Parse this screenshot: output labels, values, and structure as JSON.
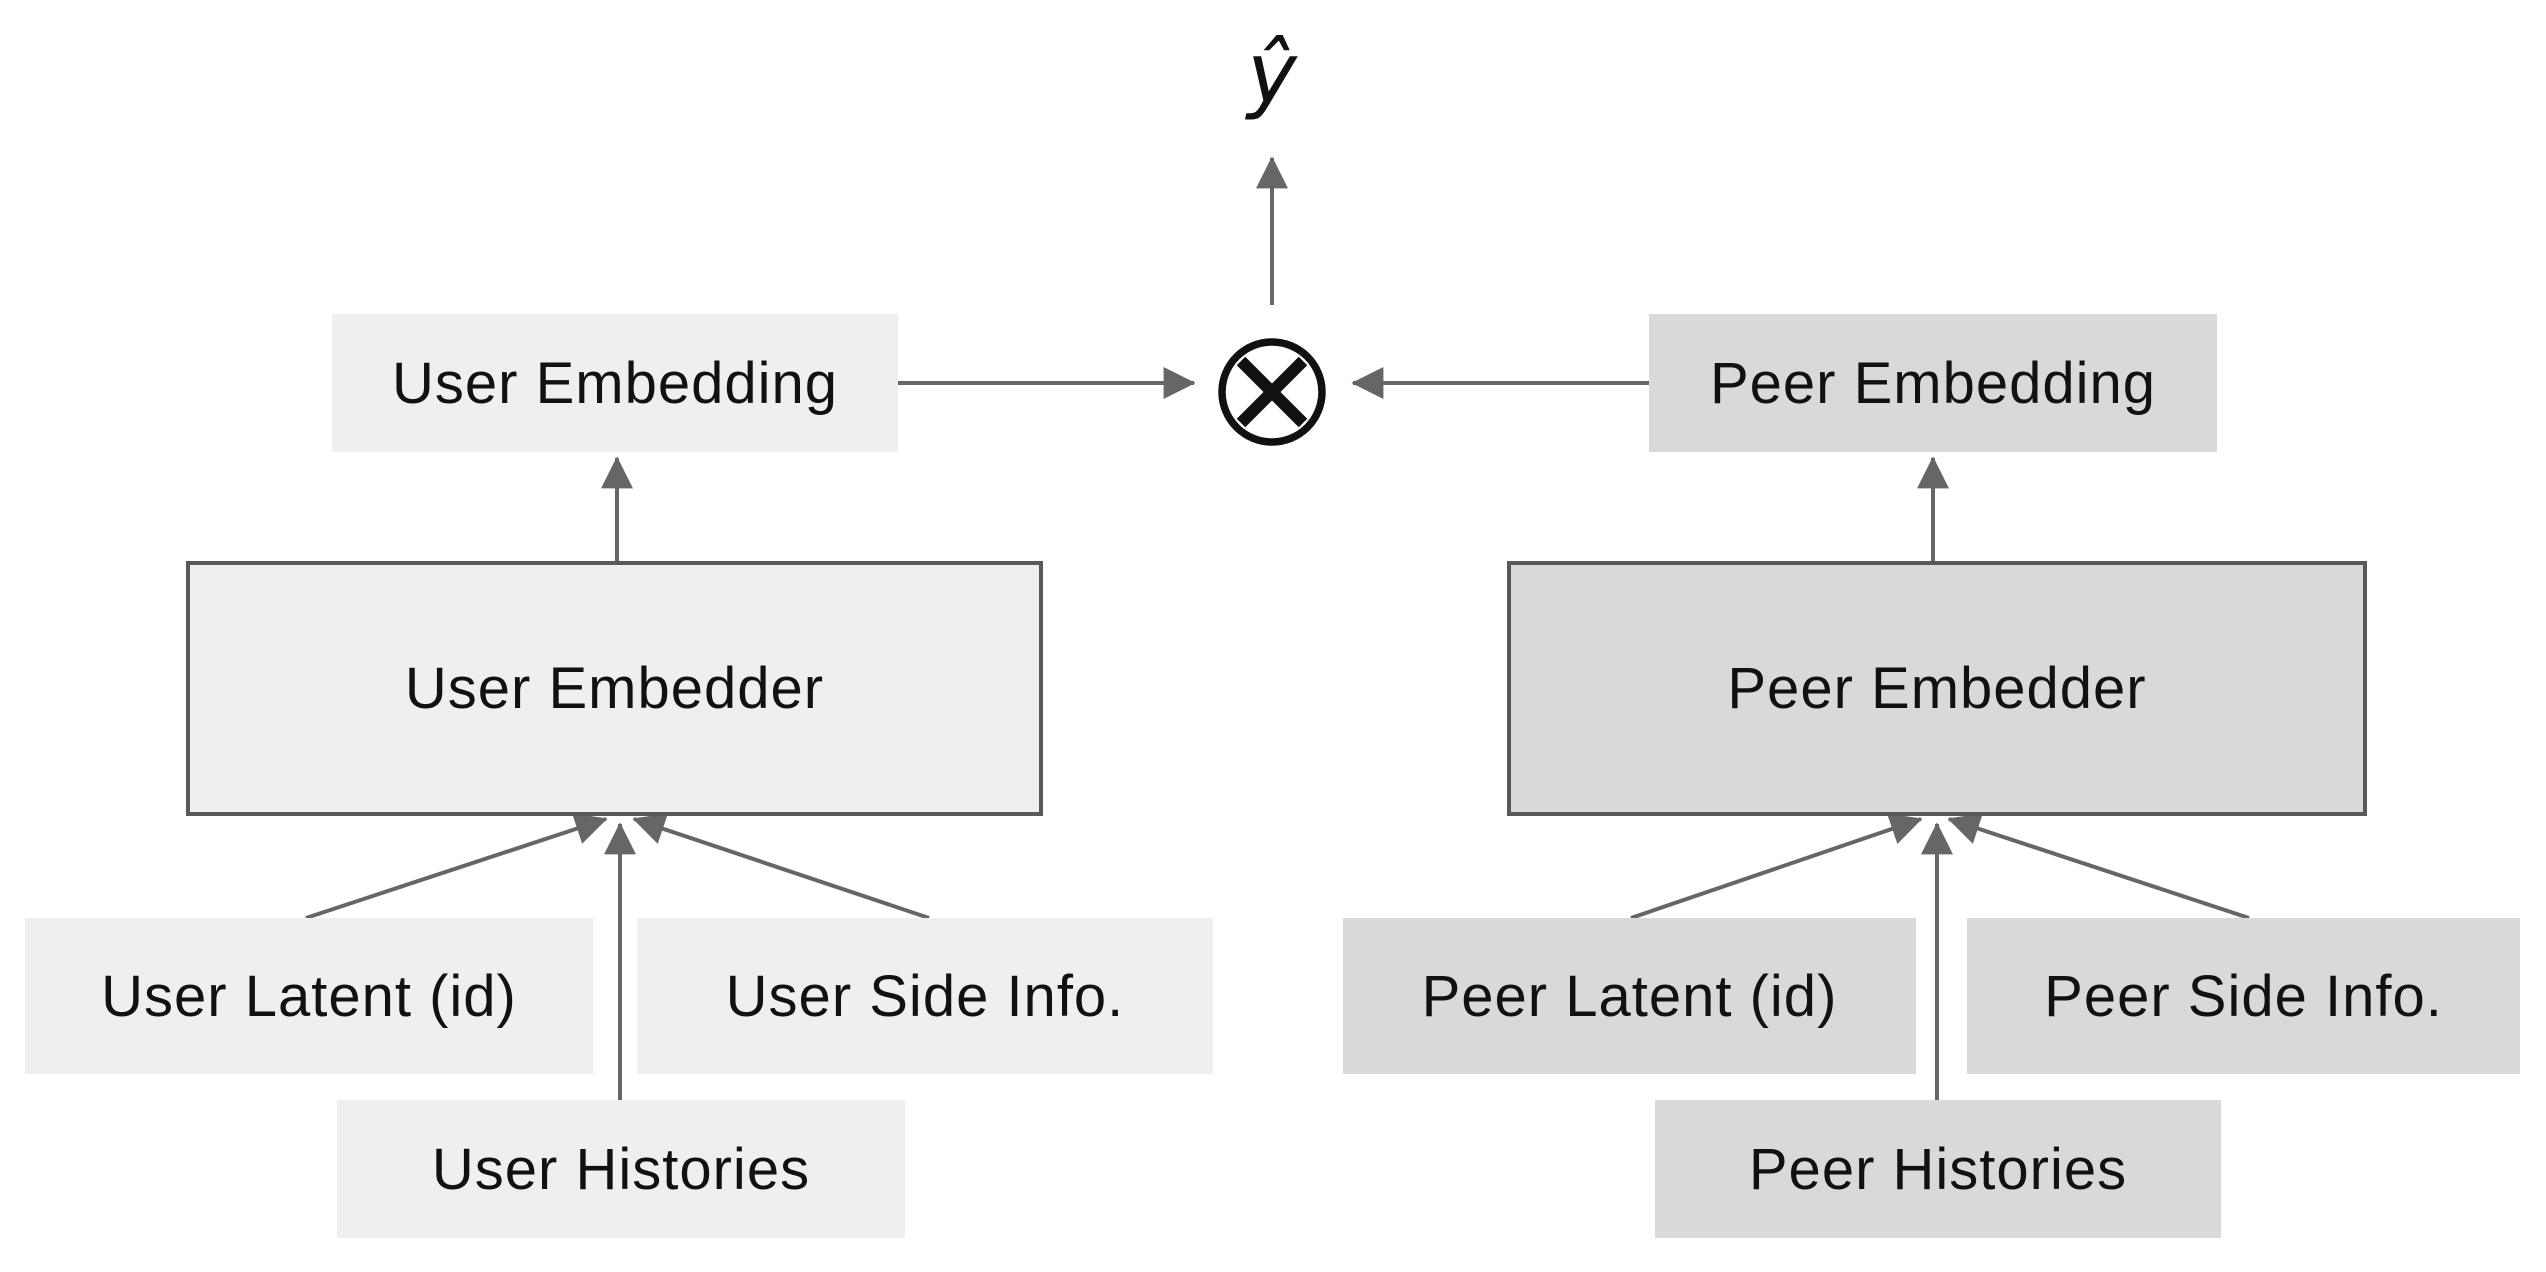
{
  "output": {
    "label": "ŷ"
  },
  "operator": {
    "icon": "circled-times-icon",
    "symbol": "⊗"
  },
  "towers": {
    "user": {
      "embedding_label": "User Embedding",
      "embedder_label": "User Embedder",
      "inputs": {
        "latent": "User Latent (id)",
        "side_info": "User Side Info.",
        "histories": "User Histories"
      }
    },
    "peer": {
      "embedding_label": "Peer Embedding",
      "embedder_label": "Peer Embedder",
      "inputs": {
        "latent": "Peer Latent (id)",
        "side_info": "Peer Side Info.",
        "histories": "Peer Histories"
      }
    }
  },
  "colors": {
    "background": "#ffffff",
    "user_fill": "#efefef",
    "peer_fill": "#d9d9d9",
    "embedder_border": "#595959",
    "arrow": "#666666",
    "symbol": "#111111",
    "text": "#111111"
  }
}
